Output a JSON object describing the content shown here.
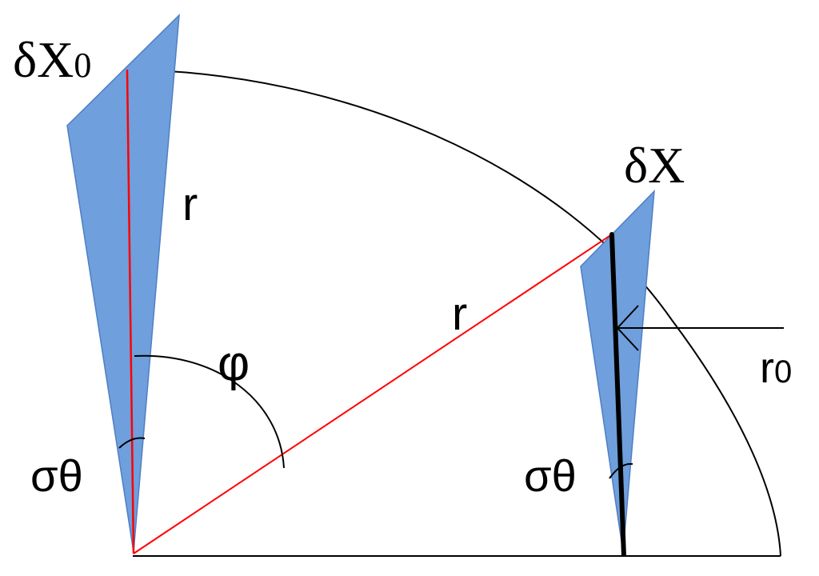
{
  "labels": {
    "delta_x0": "δX",
    "delta_x0_sub": "0",
    "delta_x": "δX",
    "r_left": "r",
    "r_diag": "r",
    "phi": "φ",
    "sigma_theta_left": "σθ",
    "sigma_theta_right": "σθ",
    "r0": "r",
    "r0_sub": "0"
  },
  "colors": {
    "wedge_fill": "#6f9fdc",
    "wedge_stroke": "#4f7fc4",
    "radius_line": "#ff0000",
    "ink": "#000000"
  }
}
